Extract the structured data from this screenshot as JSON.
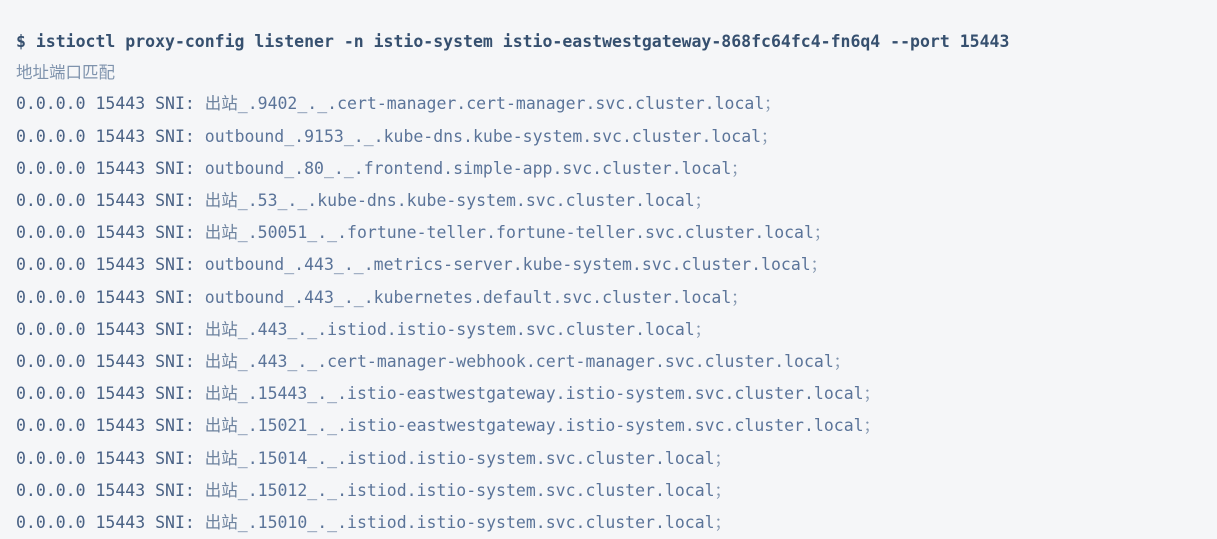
{
  "terminal": {
    "background_color": "#f5f6f8",
    "text_color": "#4a6285",
    "prompt_symbol": "$",
    "command_line": "$ istioctl proxy-config listener -n istio-system istio-eastwestgateway-868fc64fc4-fn6q4 --port 15443",
    "command": {
      "binary": "istioctl",
      "subcommand": "proxy-config listener",
      "namespace_flag": "-n",
      "namespace": "istio-system",
      "pod": "istio-eastwestgateway-868fc64fc4-fn6q4",
      "port_flag": "--port",
      "port": "15443"
    },
    "table_caption": "地址端口匹配",
    "column_headers": [
      "ADDRESS",
      "PORT",
      "MATCH"
    ],
    "separator": "SNI:",
    "line_terminator": "；",
    "rows": [
      {
        "address": "0.0.0.0",
        "port": "15443",
        "key": "SNI:",
        "prefix": "出站",
        "prefix_is_cjk": true,
        "sni": "出站_.9402_._.cert-manager.cert-manager.svc.cluster.local",
        "svc_port": "9402",
        "service": "cert-manager",
        "namespace": "cert-manager",
        "suffix": "svc.cluster.local"
      },
      {
        "address": "0.0.0.0",
        "port": "15443",
        "key": "SNI:",
        "prefix": "outbound",
        "prefix_is_cjk": false,
        "sni": "outbound_.9153_._.kube-dns.kube-system.svc.cluster.local",
        "svc_port": "9153",
        "service": "kube-dns",
        "namespace": "kube-system",
        "suffix": "svc.cluster.local"
      },
      {
        "address": "0.0.0.0",
        "port": "15443",
        "key": "SNI:",
        "prefix": "outbound",
        "prefix_is_cjk": false,
        "sni": "outbound_.80_._.frontend.simple-app.svc.cluster.local",
        "svc_port": "80",
        "service": "frontend",
        "namespace": "simple-app",
        "suffix": "svc.cluster.local"
      },
      {
        "address": "0.0.0.0",
        "port": "15443",
        "key": "SNI:",
        "prefix": "出站",
        "prefix_is_cjk": true,
        "sni": "出站_.53_._.kube-dns.kube-system.svc.cluster.local",
        "svc_port": "53",
        "service": "kube-dns",
        "namespace": "kube-system",
        "suffix": "svc.cluster.local"
      },
      {
        "address": "0.0.0.0",
        "port": "15443",
        "key": "SNI:",
        "prefix": "出站",
        "prefix_is_cjk": true,
        "sni": "出站_.50051_._.fortune-teller.fortune-teller.svc.cluster.local",
        "svc_port": "50051",
        "service": "fortune-teller",
        "namespace": "fortune-teller",
        "suffix": "svc.cluster.local"
      },
      {
        "address": "0.0.0.0",
        "port": "15443",
        "key": "SNI:",
        "prefix": "outbound",
        "prefix_is_cjk": false,
        "sni": "outbound_.443_._.metrics-server.kube-system.svc.cluster.local",
        "svc_port": "443",
        "service": "metrics-server",
        "namespace": "kube-system",
        "suffix": "svc.cluster.local"
      },
      {
        "address": "0.0.0.0",
        "port": "15443",
        "key": "SNI:",
        "prefix": "outbound",
        "prefix_is_cjk": false,
        "sni": "outbound_.443_._.kubernetes.default.svc.cluster.local",
        "svc_port": "443",
        "service": "kubernetes",
        "namespace": "default",
        "suffix": "svc.cluster.local"
      },
      {
        "address": "0.0.0.0",
        "port": "15443",
        "key": "SNI:",
        "prefix": "出站",
        "prefix_is_cjk": true,
        "sni": "出站_.443_._.istiod.istio-system.svc.cluster.local",
        "svc_port": "443",
        "service": "istiod",
        "namespace": "istio-system",
        "suffix": "svc.cluster.local"
      },
      {
        "address": "0.0.0.0",
        "port": "15443",
        "key": "SNI:",
        "prefix": "出站",
        "prefix_is_cjk": true,
        "sni": "出站_.443_._.cert-manager-webhook.cert-manager.svc.cluster.local",
        "svc_port": "443",
        "service": "cert-manager-webhook",
        "namespace": "cert-manager",
        "suffix": "svc.cluster.local"
      },
      {
        "address": "0.0.0.0",
        "port": "15443",
        "key": "SNI:",
        "prefix": "出站",
        "prefix_is_cjk": true,
        "sni": "出站_.15443_._.istio-eastwestgateway.istio-system.svc.cluster.local",
        "svc_port": "15443",
        "service": "istio-eastwestgateway",
        "namespace": "istio-system",
        "suffix": "svc.cluster.local"
      },
      {
        "address": "0.0.0.0",
        "port": "15443",
        "key": "SNI:",
        "prefix": "出站",
        "prefix_is_cjk": true,
        "sni": "出站_.15021_._.istio-eastwestgateway.istio-system.svc.cluster.local",
        "svc_port": "15021",
        "service": "istio-eastwestgateway",
        "namespace": "istio-system",
        "suffix": "svc.cluster.local"
      },
      {
        "address": "0.0.0.0",
        "port": "15443",
        "key": "SNI:",
        "prefix": "出站",
        "prefix_is_cjk": true,
        "sni": "出站_.15014_._.istiod.istio-system.svc.cluster.local",
        "svc_port": "15014",
        "service": "istiod",
        "namespace": "istio-system",
        "suffix": "svc.cluster.local"
      },
      {
        "address": "0.0.0.0",
        "port": "15443",
        "key": "SNI:",
        "prefix": "出站",
        "prefix_is_cjk": true,
        "sni": "出站_.15012_._.istiod.istio-system.svc.cluster.local",
        "svc_port": "15012",
        "service": "istiod",
        "namespace": "istio-system",
        "suffix": "svc.cluster.local"
      },
      {
        "address": "0.0.0.0",
        "port": "15443",
        "key": "SNI:",
        "prefix": "出站",
        "prefix_is_cjk": true,
        "sni": "出站_.15010_._.istiod.istio-system.svc.cluster.local",
        "svc_port": "15010",
        "service": "istiod",
        "namespace": "istio-system",
        "suffix": "svc.cluster.local"
      }
    ]
  }
}
